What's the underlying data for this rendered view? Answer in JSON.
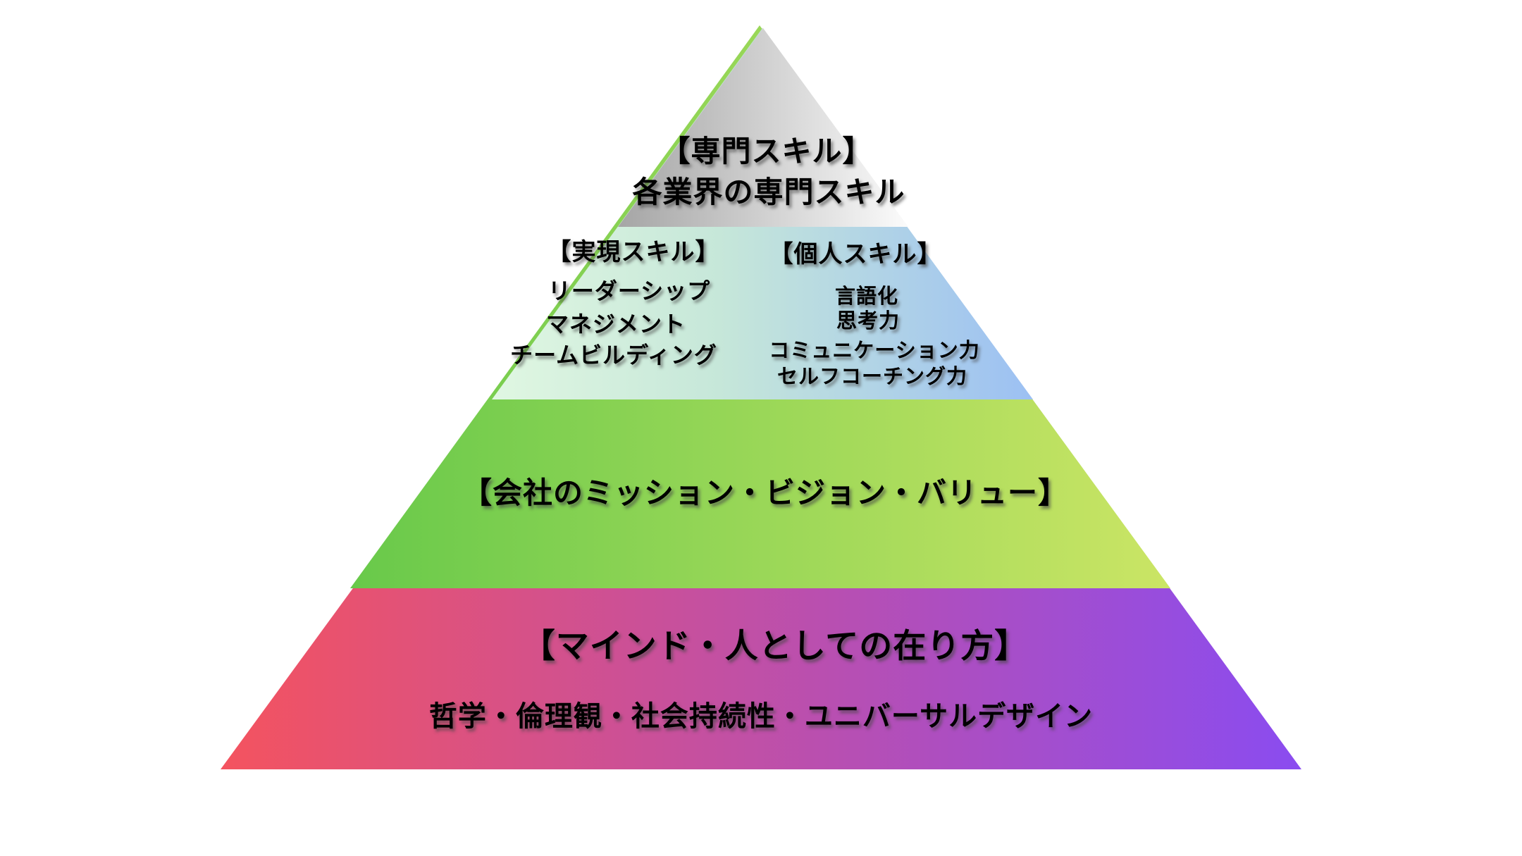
{
  "diagram": {
    "type": "pyramid",
    "levels": 4,
    "background_color": "#ffffff",
    "text_color": "#000000"
  },
  "pyramid": {
    "tier1": {
      "header": "【専門スキル】",
      "sub": "各業界の専門スキル",
      "colors": {
        "from": "#a5a5a5",
        "to": "#fbfbfb"
      }
    },
    "tier2": {
      "left": {
        "header": "【実現スキル】",
        "items": [
          "リーダーシップ",
          "マネジメント",
          "チームビルディング"
        ]
      },
      "right": {
        "header": "【個人スキル】",
        "items": [
          "言語化",
          "思考力",
          "コミュニケーション力",
          "セルフコーチング力"
        ]
      },
      "colors": {
        "from": "#e0f7e2",
        "mid": "#c6e7d9",
        "to": "#9cc0f3"
      }
    },
    "tier3": {
      "header": "【会社のミッション・ビジョン・バリュー】",
      "colors": {
        "from": "#68c94a",
        "to": "#cbe565"
      }
    },
    "tier4": {
      "header": "【マインド・人としての在り方】",
      "sub": "哲学・倫理観・社会持続性・ユニバーサルデザイン",
      "colors": {
        "from": "#f4535f",
        "to": "#8a4cf0"
      }
    }
  }
}
